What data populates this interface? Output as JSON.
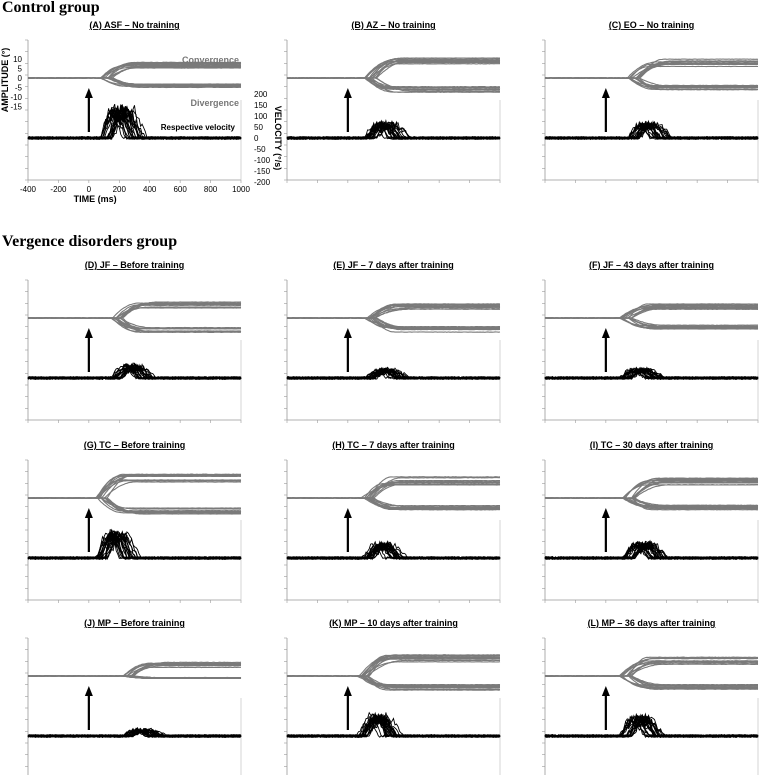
{
  "headings": {
    "control": "Control group",
    "vergence": "Vergence disorders group"
  },
  "chart_data": [
    {
      "type": "line",
      "id": "A",
      "title": "(A)   ASF – No training",
      "xlabel": "TIME   (ms)",
      "ylabel": "AMPLITUDE  (°)",
      "ylabel_right": "VELOCITY   (°/s)",
      "xlim": [
        -400,
        1000
      ],
      "x_ticks": [
        -400,
        -200,
        0,
        200,
        400,
        600,
        800,
        1000
      ],
      "y_ticks": [
        10,
        5,
        0,
        -5,
        -10,
        -15
      ],
      "y_ticks_right": [
        200,
        150,
        100,
        50,
        0,
        -50,
        -100,
        -150,
        -200
      ],
      "annotations": [
        "Convergence",
        "Divergence",
        "Respective velocity"
      ],
      "stimulus_onset_ms": 0,
      "series": [
        {
          "values": {
            "convergence_final_deg": 7,
            "divergence_final_deg": -4,
            "onset_ms": 120,
            "peak_velocity_deg_s": 120
          }
        }
      ]
    },
    {
      "type": "line",
      "id": "B",
      "title": "(B)   AZ – No training",
      "xlim": [
        -400,
        1000
      ],
      "stimulus_onset_ms": 0,
      "series": [
        {
          "values": {
            "convergence_final_deg": 9,
            "divergence_final_deg": -6,
            "onset_ms": 150,
            "peak_velocity_deg_s": 60
          }
        }
      ]
    },
    {
      "type": "line",
      "id": "C",
      "title": "(C)   EO – No training",
      "xlim": [
        -400,
        1000
      ],
      "stimulus_onset_ms": 0,
      "series": [
        {
          "values": {
            "convergence_final_deg": 8,
            "divergence_final_deg": -5,
            "onset_ms": 180,
            "peak_velocity_deg_s": 60
          }
        }
      ]
    },
    {
      "type": "line",
      "id": "D",
      "title": "(D)   JF – Before training",
      "xlim": [
        -400,
        1000
      ],
      "stimulus_onset_ms": 0,
      "series": [
        {
          "values": {
            "convergence_final_deg": 7,
            "divergence_final_deg": -6,
            "onset_ms": 180,
            "peak_velocity_deg_s": 50
          }
        }
      ]
    },
    {
      "type": "line",
      "id": "E",
      "title": "(E)   JF – 7 days after training",
      "xlim": [
        -400,
        1000
      ],
      "stimulus_onset_ms": 0,
      "series": [
        {
          "values": {
            "convergence_final_deg": 6,
            "divergence_final_deg": -6,
            "onset_ms": 150,
            "peak_velocity_deg_s": 35
          }
        }
      ]
    },
    {
      "type": "line",
      "id": "F",
      "title": "(F)   JF – 43 days after training",
      "xlim": [
        -400,
        1000
      ],
      "stimulus_onset_ms": 0,
      "series": [
        {
          "values": {
            "convergence_final_deg": 6,
            "divergence_final_deg": -5,
            "onset_ms": 130,
            "peak_velocity_deg_s": 35
          }
        }
      ]
    },
    {
      "type": "line",
      "id": "G",
      "title": "(G)   TC – Before training",
      "xlim": [
        -400,
        1000
      ],
      "stimulus_onset_ms": 0,
      "series": [
        {
          "values": {
            "convergence_final_deg": 10,
            "divergence_final_deg": -7,
            "onset_ms": 80,
            "peak_velocity_deg_s": 100
          }
        }
      ]
    },
    {
      "type": "line",
      "id": "H",
      "title": "(H)   TC – 7 days after training",
      "xlim": [
        -400,
        1000
      ],
      "stimulus_onset_ms": 0,
      "series": [
        {
          "values": {
            "convergence_final_deg": 9,
            "divergence_final_deg": -5,
            "onset_ms": 130,
            "peak_velocity_deg_s": 55
          }
        }
      ]
    },
    {
      "type": "line",
      "id": "I",
      "title": "(I)   TC – 30 days after training",
      "xlim": [
        -400,
        1000
      ],
      "stimulus_onset_ms": 0,
      "series": [
        {
          "values": {
            "convergence_final_deg": 9,
            "divergence_final_deg": -5,
            "onset_ms": 150,
            "peak_velocity_deg_s": 60
          }
        }
      ]
    },
    {
      "type": "line",
      "id": "J",
      "title": "(J)   MP – Before training",
      "xlim": [
        -400,
        1000
      ],
      "stimulus_onset_ms": 0,
      "series": [
        {
          "values": {
            "convergence_final_deg": 6,
            "divergence_final_deg": -1,
            "onset_ms": 250,
            "peak_velocity_deg_s": 25
          }
        }
      ]
    },
    {
      "type": "line",
      "id": "K",
      "title": "(K)   MP – 10 days after training",
      "xlim": [
        -400,
        1000
      ],
      "stimulus_onset_ms": 0,
      "series": [
        {
          "values": {
            "convergence_final_deg": 9,
            "divergence_final_deg": -6,
            "onset_ms": 100,
            "peak_velocity_deg_s": 80
          }
        }
      ]
    },
    {
      "type": "line",
      "id": "L",
      "title": "(L)   MP – 36 days after training",
      "xlim": [
        -400,
        1000
      ],
      "stimulus_onset_ms": 0,
      "series": [
        {
          "values": {
            "convergence_final_deg": 8,
            "divergence_final_deg": -6,
            "onset_ms": 130,
            "peak_velocity_deg_s": 75
          }
        }
      ]
    }
  ]
}
